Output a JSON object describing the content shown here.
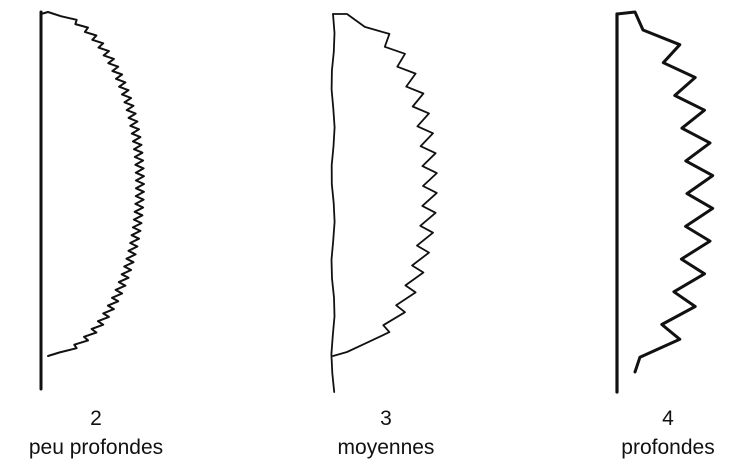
{
  "figure": {
    "line_color": "#111111",
    "background": "#ffffff",
    "panels": [
      {
        "number": "2",
        "label": "peu profondes",
        "serration": "fine"
      },
      {
        "number": "3",
        "label": "moyennes",
        "serration": "medium"
      },
      {
        "number": "4",
        "label": "profondes",
        "serration": "deep"
      }
    ]
  }
}
